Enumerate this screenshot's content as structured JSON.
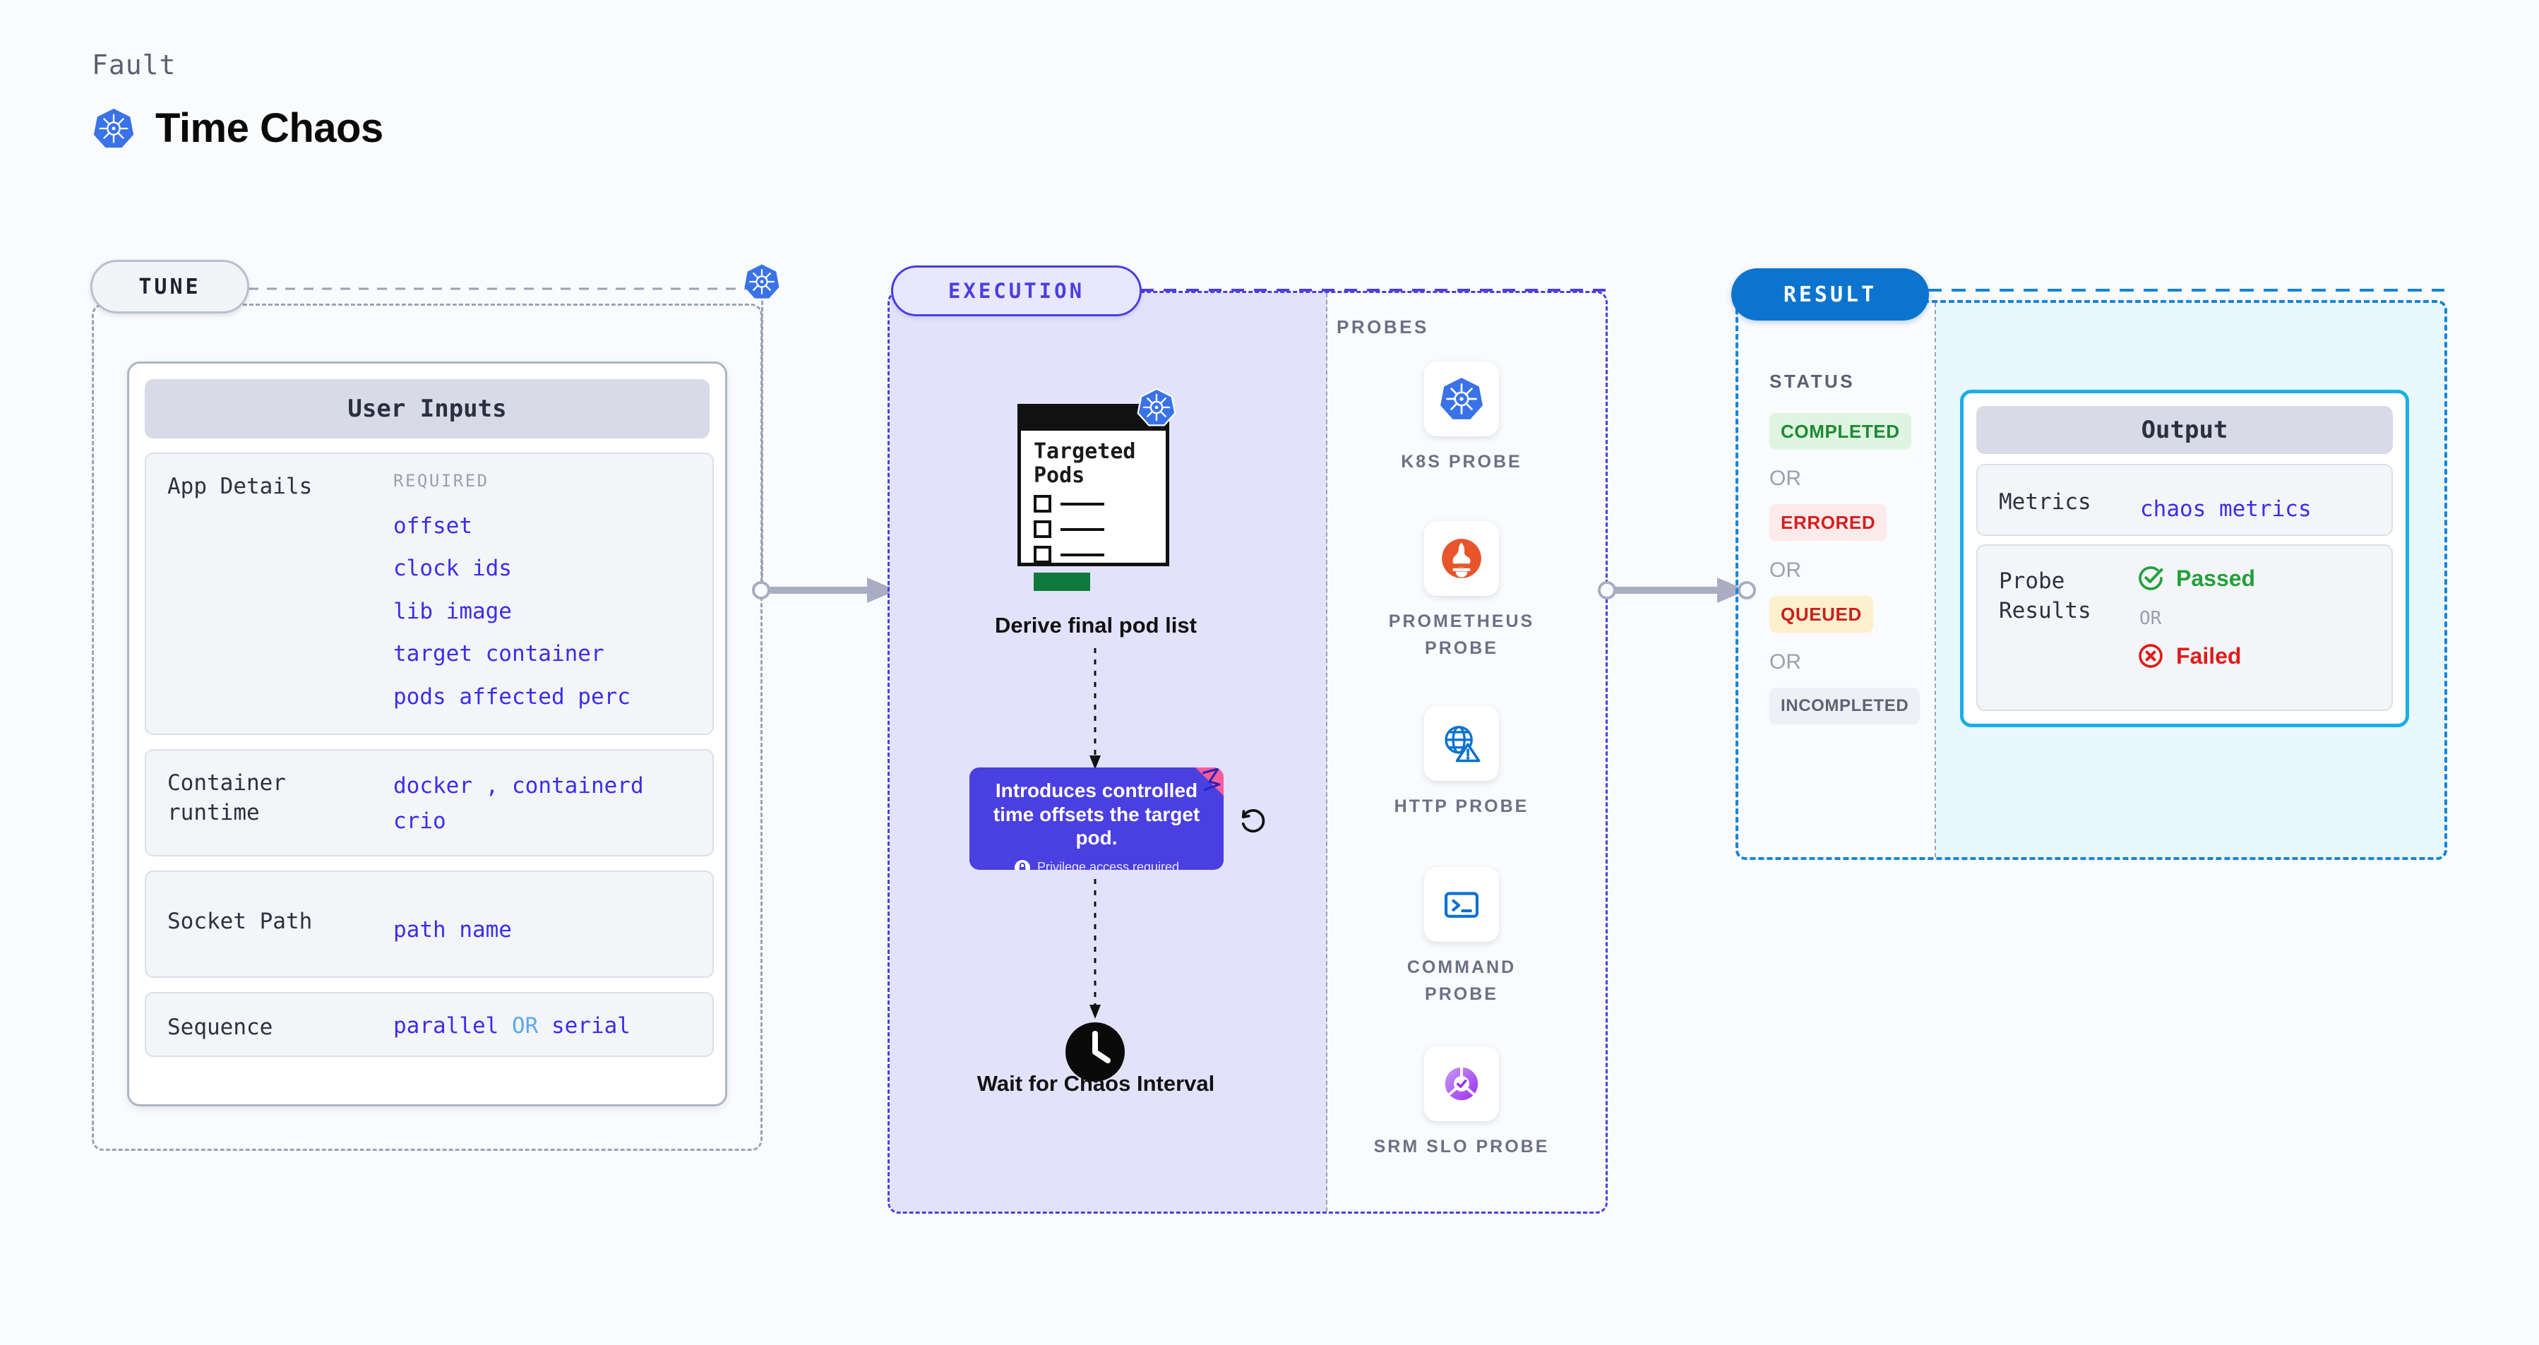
{
  "header": {
    "eyebrow": "Fault",
    "title": "Time Chaos",
    "icon": "kubernetes-icon"
  },
  "tune": {
    "tag": "TUNE",
    "badge_icon": "kubernetes-icon",
    "card_title": "User Inputs",
    "rows": [
      {
        "label": "App Details",
        "required_label": "REQUIRED",
        "values": [
          "offset",
          "clock ids",
          "lib image",
          "target container",
          "pods affected perc"
        ]
      },
      {
        "label": "Container runtime",
        "values": [
          "docker",
          "containerd",
          "crio"
        ],
        "separator": ","
      },
      {
        "label": "Socket Path",
        "values": [
          "path name"
        ]
      },
      {
        "label": "Sequence",
        "values": [
          "parallel",
          "serial"
        ],
        "separator": "OR"
      }
    ]
  },
  "execution": {
    "tag": "EXECUTION",
    "node_window": {
      "title": "Targeted Pods",
      "icon": "kubernetes-icon",
      "checkbox_rows": 3
    },
    "node_label": "Derive final pod list",
    "description_card": {
      "text": "Introduces controlled time offsets the target pod.",
      "privilege_note": "Privilege access required",
      "privilege_icon": "lock-icon",
      "ribbon_icon": "chaos-ribbon-icon",
      "revert_icon": "rotate-ccw-icon"
    },
    "wait_node": {
      "icon": "clock-icon",
      "label": "Wait for Chaos Interval"
    }
  },
  "probes": {
    "label": "PROBES",
    "items": [
      {
        "label": "K8S PROBE",
        "icon": "kubernetes-icon"
      },
      {
        "label": "PROMETHEUS PROBE",
        "icon": "prometheus-icon"
      },
      {
        "label": "HTTP PROBE",
        "icon": "globe-warning-icon"
      },
      {
        "label": "COMMAND PROBE",
        "icon": "terminal-icon"
      },
      {
        "label": "SRM SLO PROBE",
        "icon": "srm-slo-icon"
      }
    ]
  },
  "result": {
    "tag": "RESULT",
    "status_label": "STATUS",
    "or_label": "OR",
    "statuses": [
      {
        "label": "COMPLETED",
        "bg": "#dff5e1",
        "color": "#1d8a32"
      },
      {
        "label": "ERRORED",
        "bg": "#fdeaea",
        "color": "#d32020"
      },
      {
        "label": "QUEUED",
        "bg": "#fdf0cd",
        "color": "#c91f1f"
      },
      {
        "label": "INCOMPLETED",
        "bg": "#eef0f5",
        "color": "#5d6374"
      }
    ],
    "output": {
      "title": "Output",
      "rows": [
        {
          "label": "Metrics",
          "value": "chaos metrics"
        },
        {
          "label": "Probe Results",
          "passed": "Passed",
          "failed": "Failed",
          "or_label": "OR",
          "passed_icon": "check-circle-icon",
          "failed_icon": "x-circle-icon"
        }
      ]
    }
  },
  "colors": {
    "accent_purple": "#4a3fe0",
    "accent_blue": "#0c73cf",
    "output_border": "#19aee8",
    "value_blue": "#3b2ee8",
    "or_blue": "#5aa9f0"
  }
}
